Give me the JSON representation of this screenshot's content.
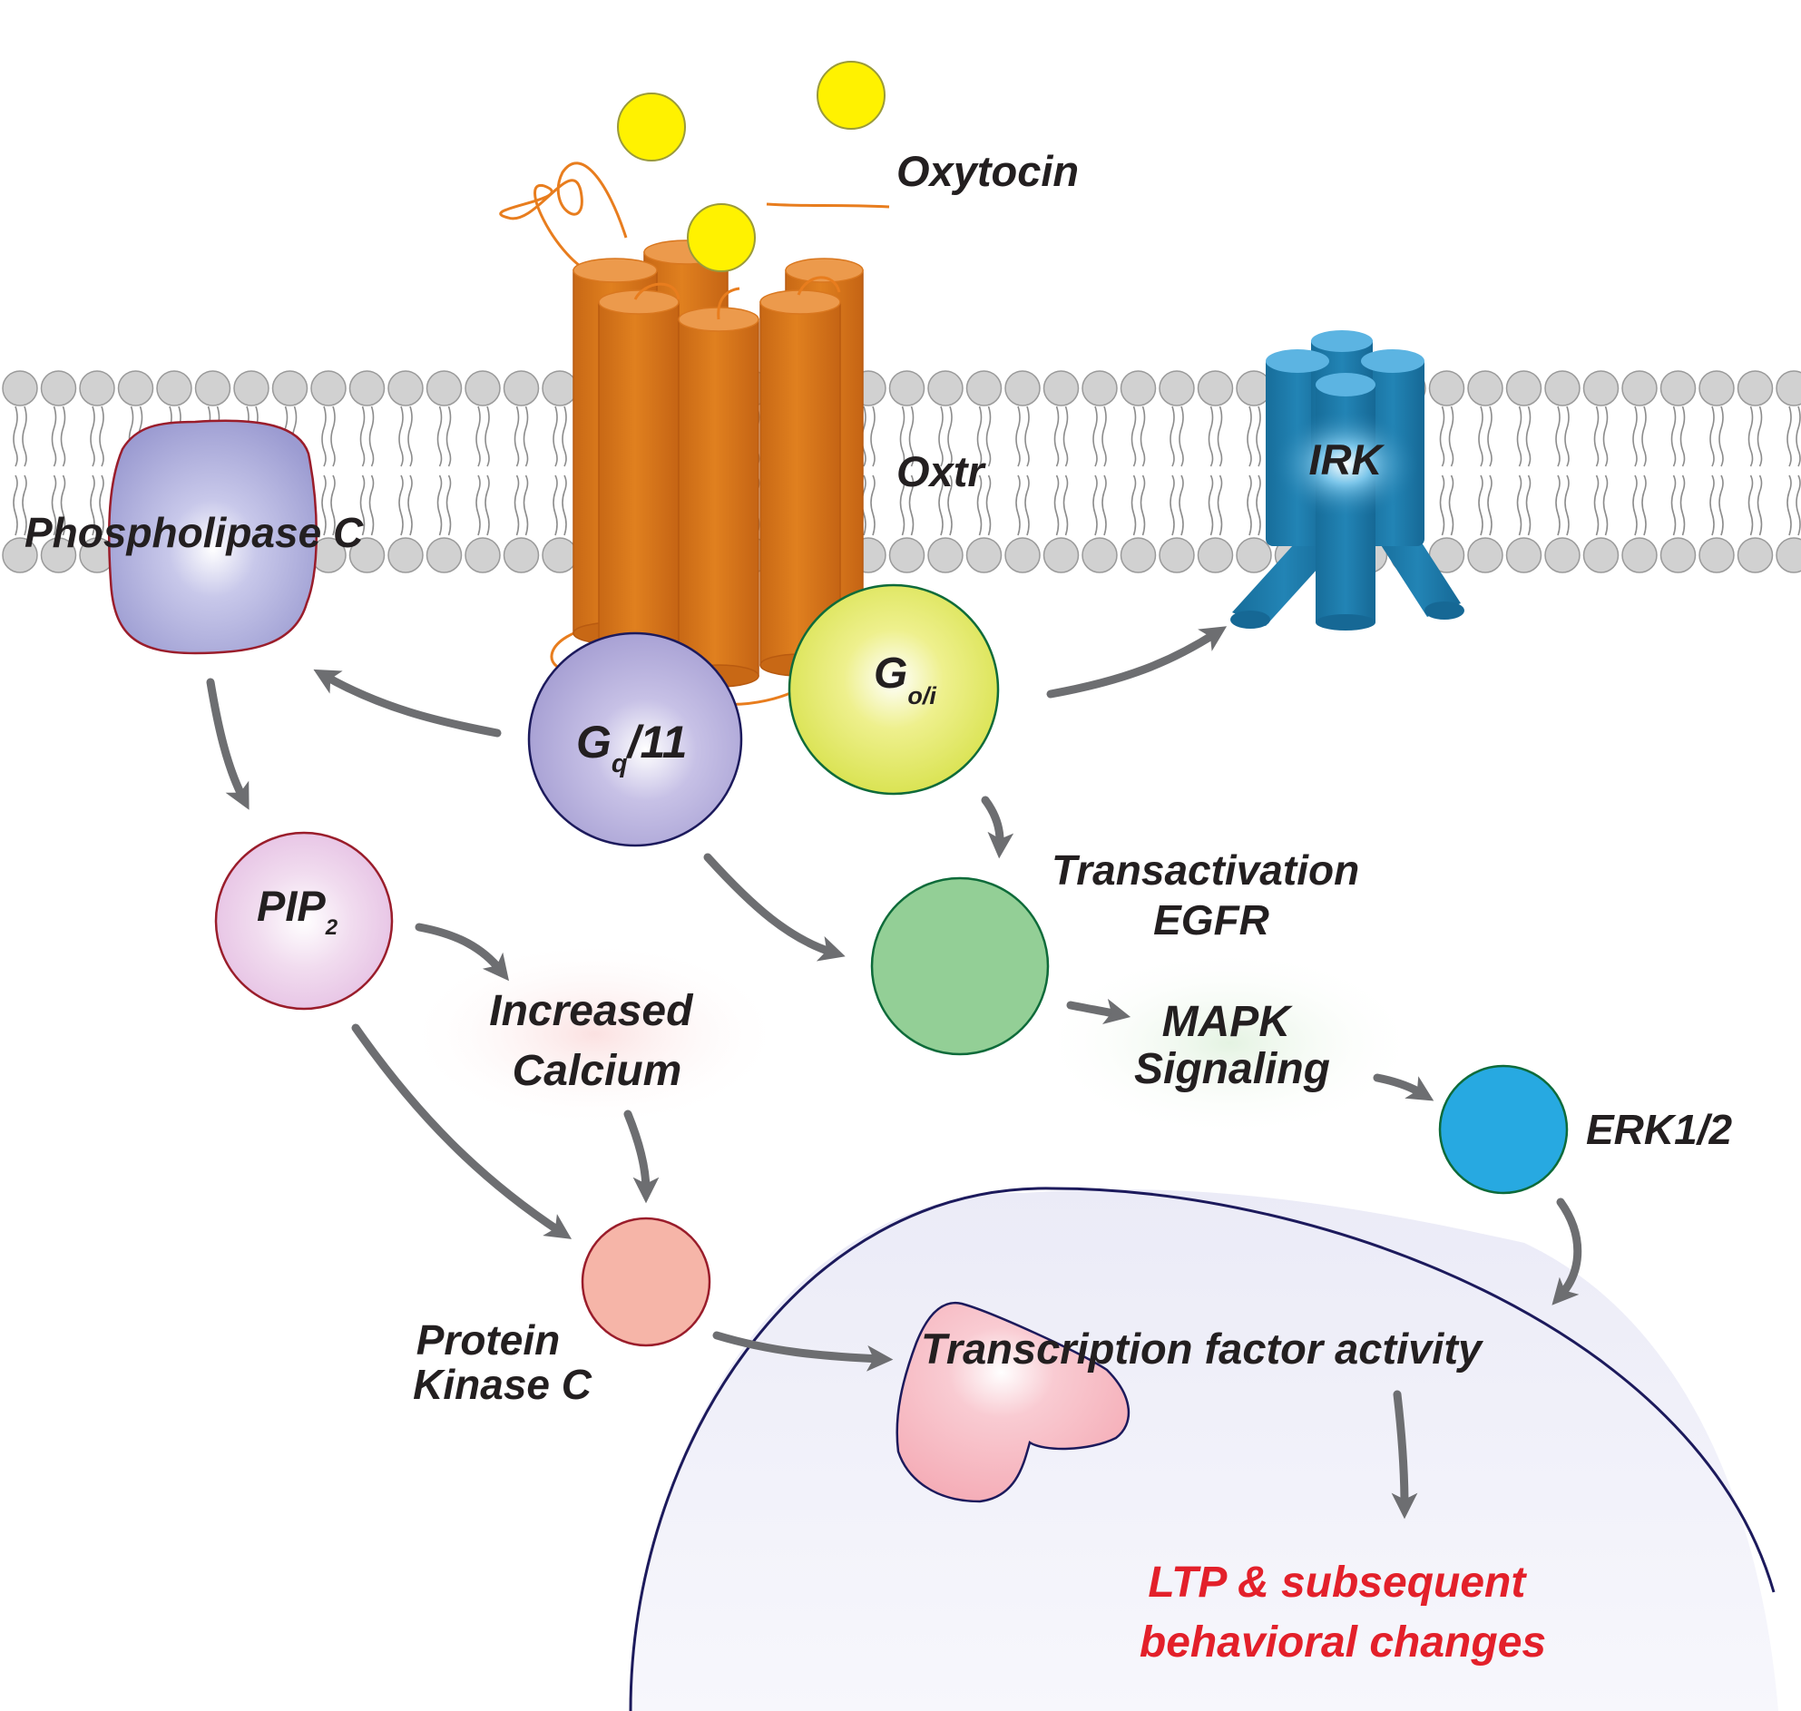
{
  "labels": {
    "oxytocin": "Oxytocin",
    "oxtr": "Oxtr",
    "irk": "IRK",
    "phospholipase_c": "Phospholipase C",
    "gq_main": "G",
    "gq_sub": "q",
    "gq_suffix": "/11",
    "goi_main": "G",
    "goi_sub": "o/i",
    "transactivation_line1": "Transactivation",
    "transactivation_line2": "EGFR",
    "pip2_main": "PIP",
    "pip2_sub": "2",
    "increased_calcium_line1": "Increased",
    "increased_calcium_line2": "Calcium",
    "mapk_line1": "MAPK",
    "mapk_line2": "Signaling",
    "erk": "ERK1/2",
    "pkc_line1": "Protein",
    "pkc_line2": "Kinase C",
    "transcription": "Transcription factor activity",
    "ltp_line1": "LTP & subsequent",
    "ltp_line2": "behavioral changes"
  },
  "colors": {
    "oxytocin": "#fff200",
    "receptor": "#d9771f",
    "irk": "#1f7bab",
    "phospholipase_c": "#9b9bd1",
    "gq": "#a49dd2",
    "goi": "#d7e14a",
    "egfr": "#93cf96",
    "erk": "#27a9e1",
    "pip2": "#e8c7e6",
    "pkc": "#f6b5a8",
    "nucleus_border": "#1c1a5c",
    "transcription_factor": "#f5aeb8",
    "arrow": "#6d6e71",
    "outcome_text": "#e3202a"
  }
}
